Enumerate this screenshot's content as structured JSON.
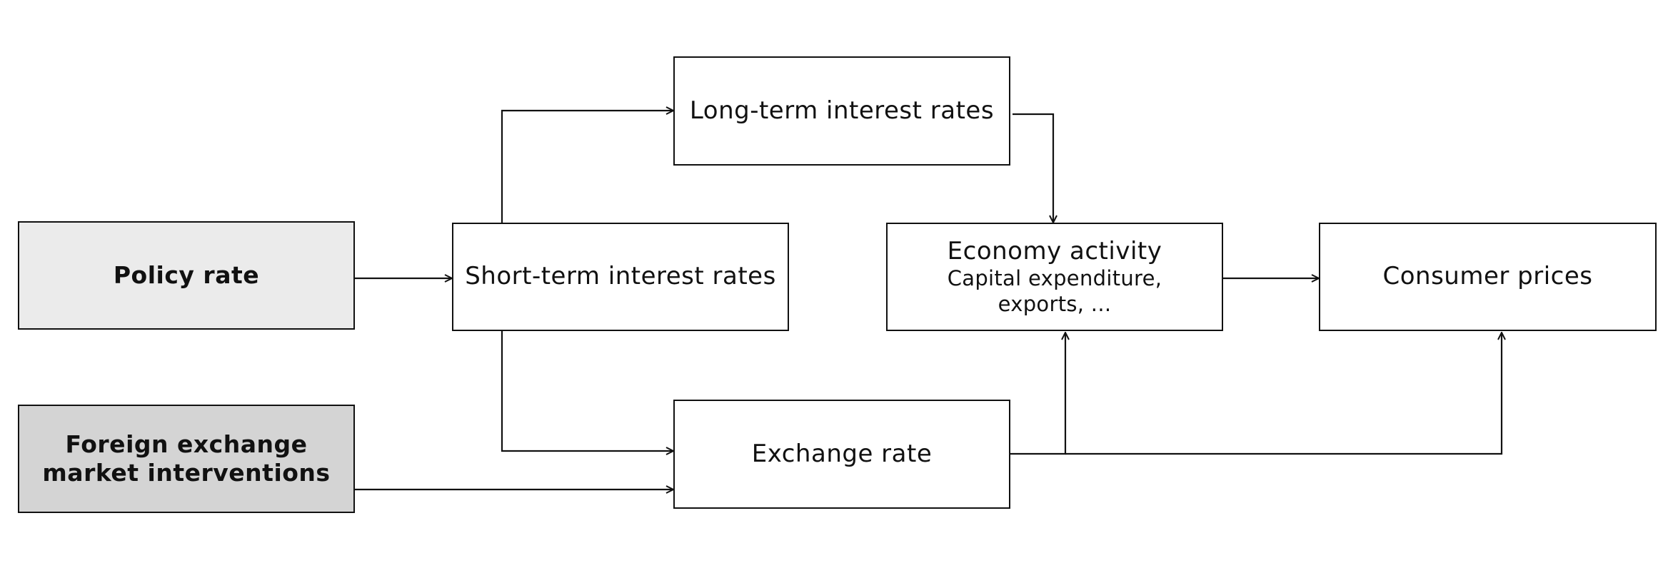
{
  "diagram": {
    "nodes": {
      "policy_rate": {
        "label": "Policy rate"
      },
      "fx_interventions": {
        "label_line1": "Foreign exchange",
        "label_line2": "market interventions"
      },
      "short_term_rates": {
        "label": "Short-term interest rates"
      },
      "long_term_rates": {
        "label": "Long-term interest rates"
      },
      "economy_activity": {
        "label": "Economy activity",
        "sub_line1": "Capital expenditure,",
        "sub_line2": "exports, ..."
      },
      "exchange_rate": {
        "label": "Exchange rate"
      },
      "consumer_prices": {
        "label": "Consumer prices"
      }
    },
    "edges": [
      {
        "from": "Policy rate",
        "to": "Short-term interest rates"
      },
      {
        "from": "Short-term interest rates",
        "to": "Long-term interest rates"
      },
      {
        "from": "Short-term interest rates",
        "to": "Exchange rate"
      },
      {
        "from": "Foreign exchange market interventions",
        "to": "Exchange rate"
      },
      {
        "from": "Long-term interest rates",
        "to": "Economy activity"
      },
      {
        "from": "Economy activity",
        "to": "Consumer prices"
      },
      {
        "from": "Exchange rate",
        "to": "Economy activity"
      },
      {
        "from": "Exchange rate",
        "to": "Consumer prices"
      }
    ],
    "colors": {
      "policy_rate_fill": "#ebebeb",
      "fx_interventions_fill": "#d4d4d4",
      "stroke": "#111111"
    }
  }
}
